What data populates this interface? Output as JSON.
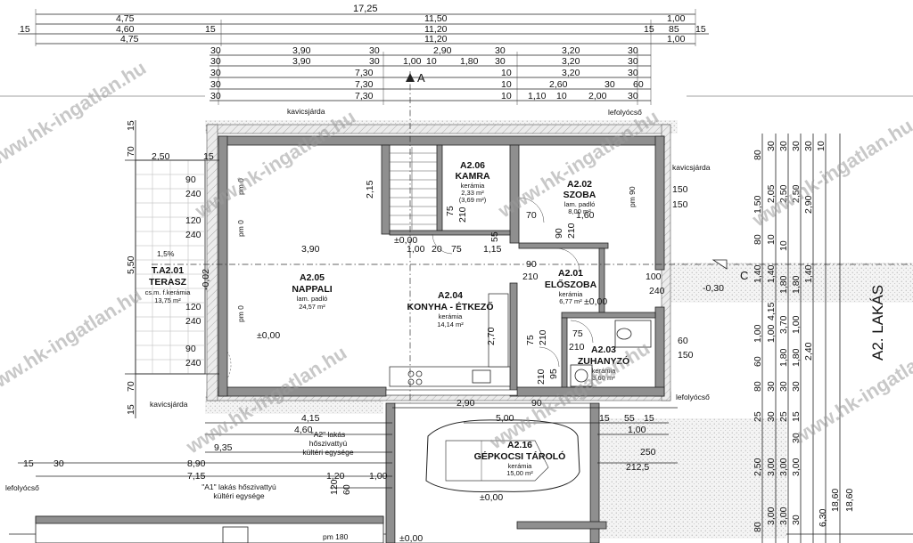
{
  "dimensions_top": {
    "row1": [
      "17,25"
    ],
    "row2": [
      "4,75",
      "11,50",
      "1,00"
    ],
    "row3": [
      "15",
      "4,60",
      "15",
      "11,20",
      "15",
      "85",
      "15"
    ],
    "row4": [
      "4,75",
      "11,20",
      "1,00"
    ],
    "row5": [
      "30",
      "3,90",
      "30",
      "2,90",
      "30",
      "3,20",
      "30"
    ],
    "row6": [
      "30",
      "3,90",
      "30",
      "1,00",
      "10",
      "1,80",
      "30",
      "3,20",
      "30"
    ],
    "row7": [
      "30",
      "7,30",
      "10",
      "3,20",
      "30"
    ],
    "row8": [
      "30",
      "7,30",
      "10",
      "2,60",
      "30",
      "60"
    ],
    "row9": [
      "30",
      "7,30",
      "10",
      "1,10",
      "10",
      "2,00",
      "30"
    ]
  },
  "dimensions_right": {
    "col1": [
      "80",
      "1,50",
      "80",
      "1,40",
      "1,00",
      "60",
      "80"
    ],
    "col2": [
      "30",
      "2,05",
      "10",
      "1,40",
      "4,15",
      "1,00",
      "30"
    ],
    "col3": [
      "30",
      "2,50",
      "10",
      "1,80",
      "3,70",
      "1,80",
      "30"
    ],
    "col4": [
      "30",
      "2,50",
      "1,80",
      "1,00",
      "1,80",
      "30"
    ],
    "col5": [
      "30",
      "2,90",
      "1,40",
      "2,40",
      "10"
    ],
    "col6": [
      "25",
      "2,50",
      "30",
      "3,00",
      "3,00",
      "18,60",
      "6,30",
      "80"
    ],
    "col7": [
      "25",
      "3,00",
      "3,00",
      "18,60"
    ],
    "col8": [
      "15",
      "30",
      "3,00",
      "30"
    ]
  },
  "dimensions_left": [
    "15",
    "70",
    "2,50",
    "15",
    "90",
    "240",
    "120",
    "240",
    "1,5%",
    "5,50",
    "120",
    "240",
    "90",
    "240",
    "70",
    "15"
  ],
  "rooms": {
    "terasz": {
      "code": "T.A2.01",
      "name": "TERASZ",
      "floor": "cs.m. f.kerámia",
      "area": "13,75 m²"
    },
    "nappali": {
      "code": "A2.05",
      "name": "NAPPALI",
      "floor": "lam. padló",
      "area": "24,57 m²"
    },
    "kamra": {
      "code": "A2.06",
      "name": "KAMRA",
      "floor": "kerámia",
      "area": "2,33 m²",
      "area2": "(3,69 m²)"
    },
    "szoba": {
      "code": "A2.02",
      "name": "SZOBA",
      "floor": "lam. padló",
      "area": "8,00 m²"
    },
    "konyha": {
      "code": "A2.04",
      "name": "KONYHA - ÉTKEZŐ",
      "floor": "kerámia",
      "area": "14,14 m²"
    },
    "eloszoba": {
      "code": "A2.01",
      "name": "ELŐSZOBA",
      "floor": "kerámia",
      "area": "6,77 m²"
    },
    "zuhanyzo": {
      "code": "A2.03",
      "name": "ZUHANYZÓ",
      "floor": "kerámia",
      "area": "3,60 m²"
    },
    "garazs": {
      "code": "A2.16",
      "name": "GÉPKOCSI TÁROLÓ",
      "floor": "kerámia",
      "area": "15,00 m²"
    }
  },
  "labels": {
    "kavicsjarda": "kavicsjárda",
    "lefolyocso": "lefolyócső",
    "a2_lakas": "A2. LAKÁS",
    "hoszivattyu_a2": [
      "\"A2\" lakás",
      "hőszivattyú",
      "kültéri egysége"
    ],
    "hoszivattyu_a1": [
      "\"A1\" lakás hőszivattyú",
      "kültéri egysége"
    ],
    "section_a": "A",
    "section_c": "C",
    "level_0": "±0,00",
    "level_m002": "-0,02",
    "level_m030": "-0,30",
    "pm0": "pm 0",
    "pm90": "pm 90",
    "pm180": "pm 180",
    "slope": "1,5%",
    "watermark": "www.hk-ingatlan.hu"
  },
  "interior_dims": [
    "2,15",
    "3,90",
    "1,00",
    "20",
    "75",
    "1,15",
    "75",
    "210",
    "55",
    "70",
    "1,60",
    "90",
    "210",
    "90",
    "210",
    "100",
    "240",
    "2,70",
    "75",
    "210",
    "75",
    "210",
    "60",
    "150",
    "150",
    "150",
    "210",
    "95",
    "2,90",
    "90",
    "5,00",
    "15",
    "55",
    "15",
    "1,00",
    "250",
    "212,5",
    "4,15",
    "4,60",
    "9,35",
    "8,90",
    "7,15",
    "1,20",
    "1,00",
    "120",
    "60",
    "30",
    "15"
  ]
}
